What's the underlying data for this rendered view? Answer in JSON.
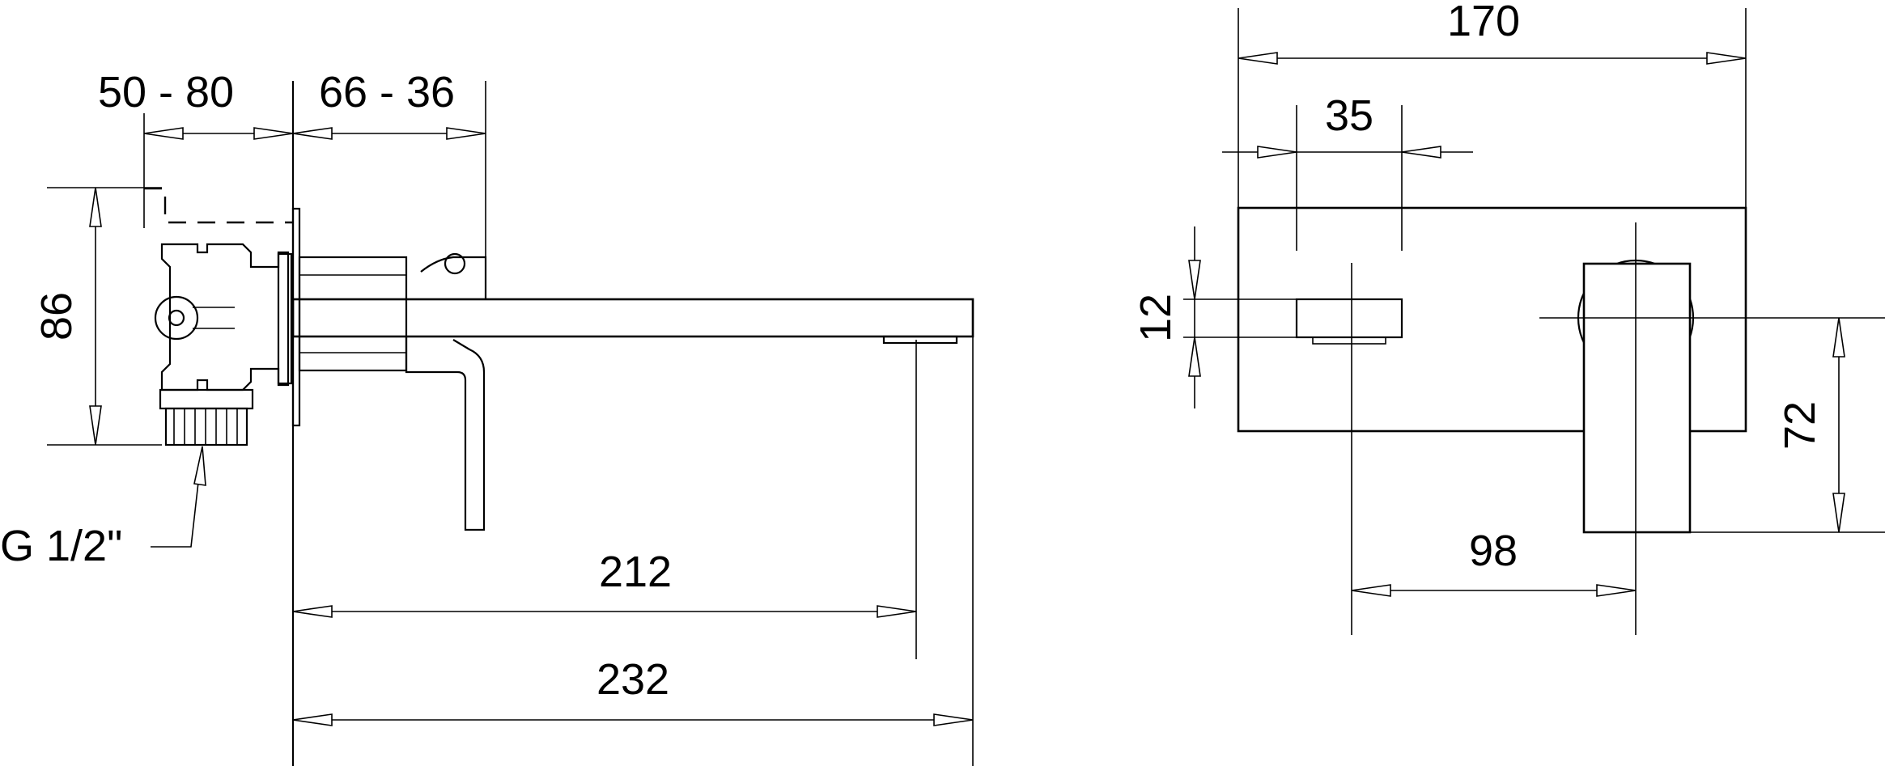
{
  "dimensions": {
    "valve_depth_range": "50 - 80",
    "mount_depth_range": "66 - 36",
    "valve_height": "86",
    "thread_size": "G 1/2\"",
    "spout_reach_outlet": "212",
    "spout_reach_total": "232",
    "plate_width": "170",
    "spout_width": "35",
    "spout_height": "12",
    "outlet_to_handle_center": "98",
    "handle_height_below_center": "72"
  },
  "colors": {
    "line": "#000000",
    "background": "#ffffff"
  }
}
